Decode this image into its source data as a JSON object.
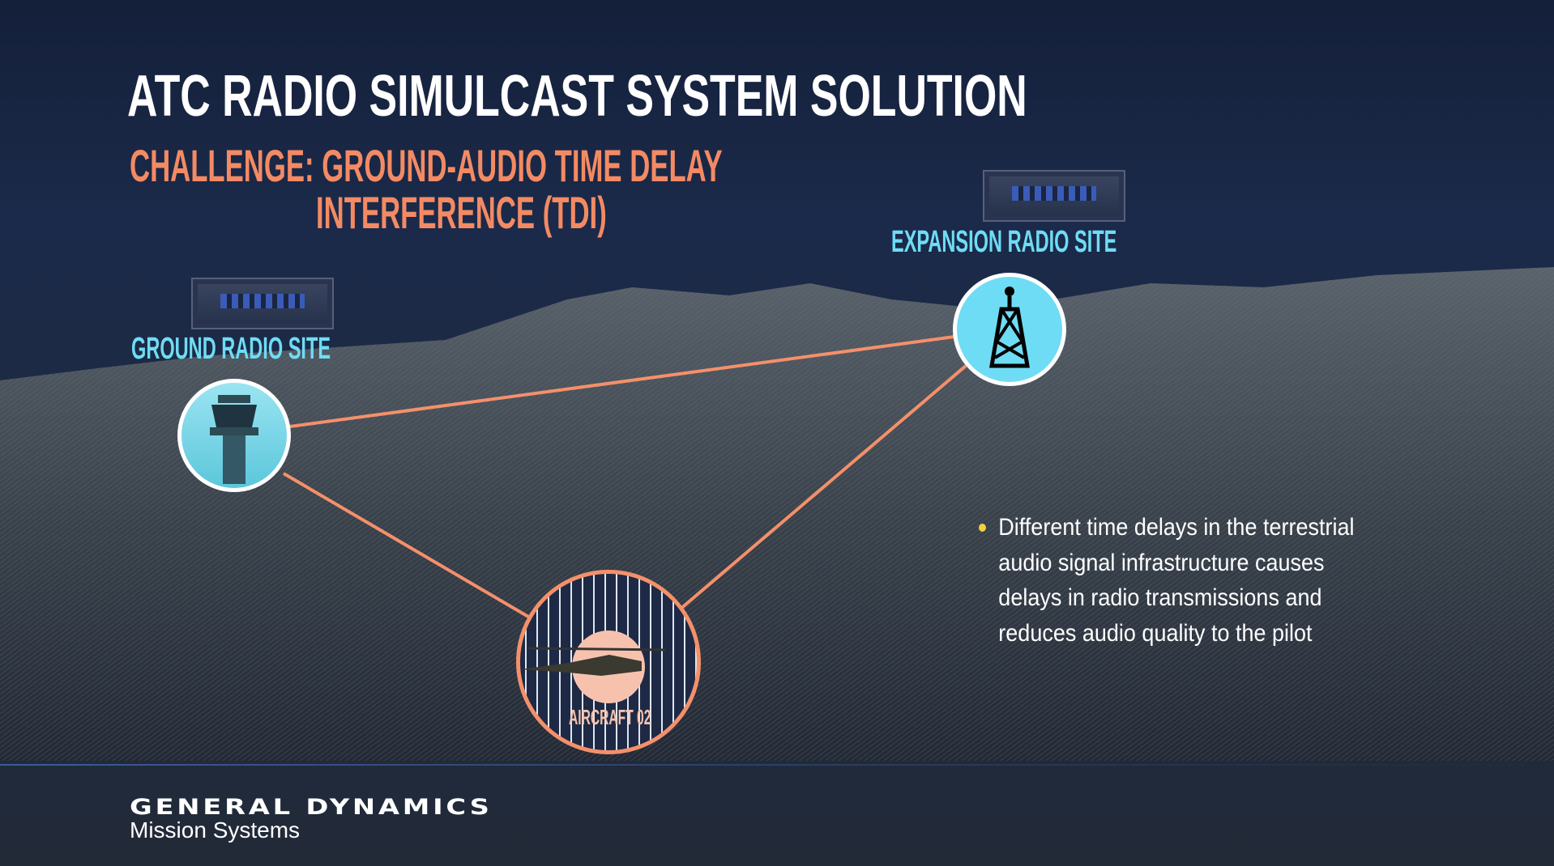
{
  "title": "ATC RADIO SIMULCAST SYSTEM SOLUTION",
  "challenge": {
    "line1": "CHALLENGE: GROUND-AUDIO TIME DELAY",
    "line2": "INTERFERENCE (TDI)"
  },
  "sites": {
    "expansion": "EXPANSION RADIO SITE",
    "ground": "GROUND RADIO SITE",
    "aircraft": "AIRCRAFT 02"
  },
  "bullets": [
    "Different time delays in the terrestrial audio signal infrastructure causes delays in radio transmissions and reduces audio quality to the pilot"
  ],
  "footer": {
    "company": "GENERAL DYNAMICS",
    "division": "Mission Systems"
  },
  "colors": {
    "title": "#ffffff",
    "challenge": "#f48a63",
    "site_label": "#6fdcf5",
    "link_line": "#f4906a",
    "bullet": "#f2d23c"
  }
}
